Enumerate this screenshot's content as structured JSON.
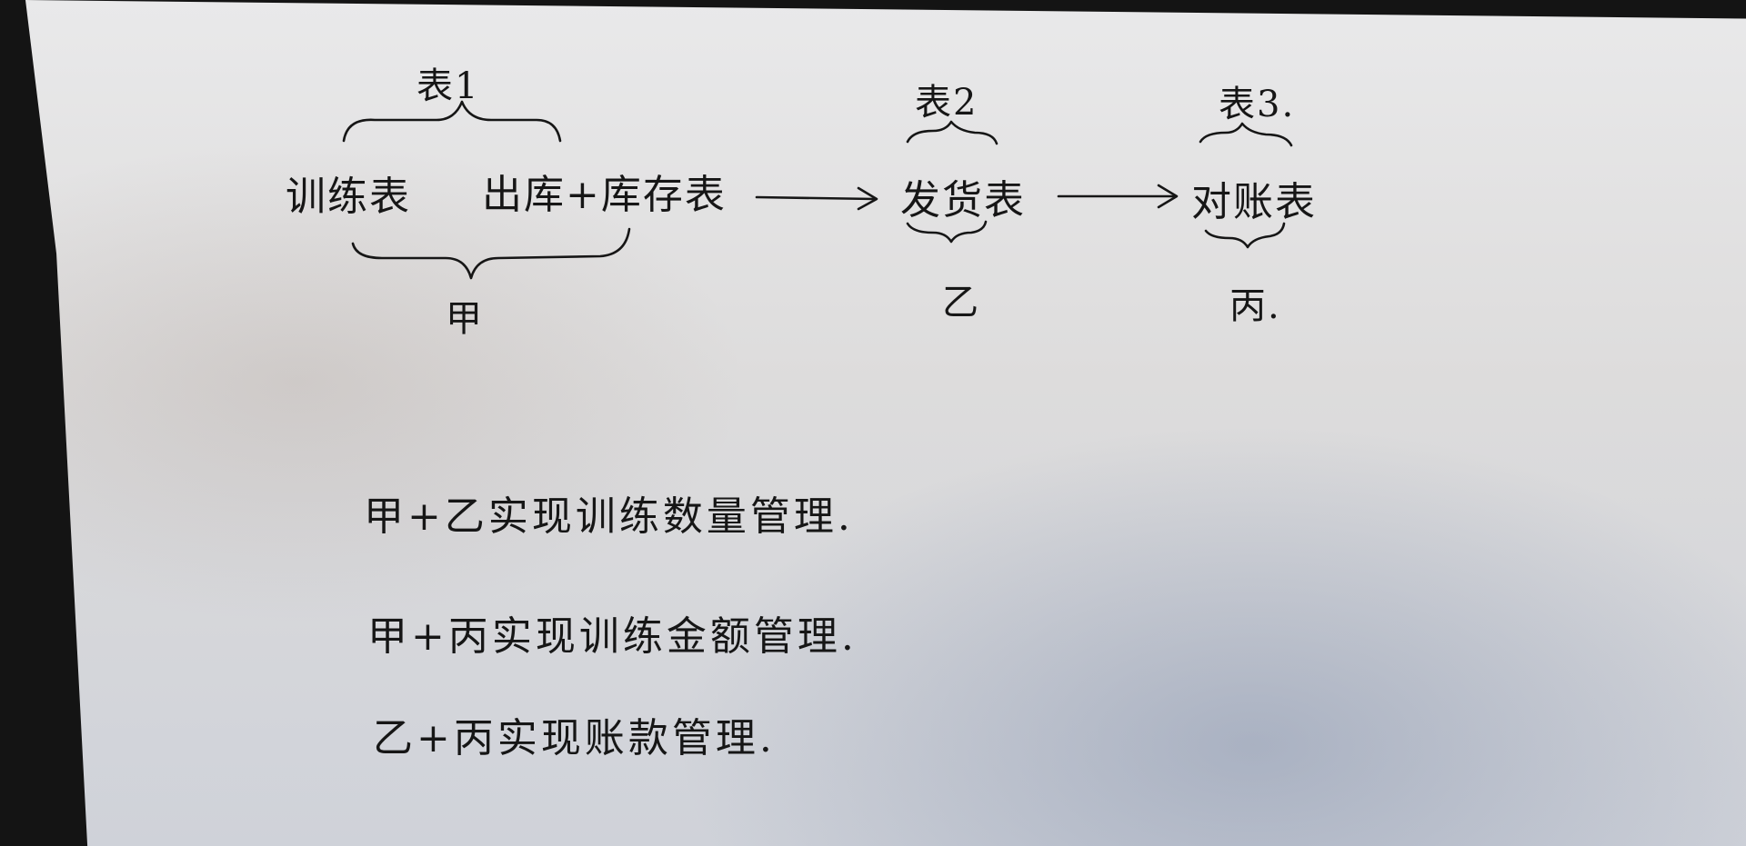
{
  "diagram": {
    "table1": {
      "label": "表1",
      "left_node": "训练表",
      "right_node": "出库+库存表",
      "group": "甲"
    },
    "table2": {
      "label": "表2",
      "node": "发货表",
      "group": "乙"
    },
    "table3": {
      "label": "表3.",
      "node": "对账表",
      "group": "丙."
    }
  },
  "notes": [
    "甲+乙实现训练数量管理.",
    "甲+丙实现训练金额管理.",
    "乙+丙实现账款管理."
  ]
}
